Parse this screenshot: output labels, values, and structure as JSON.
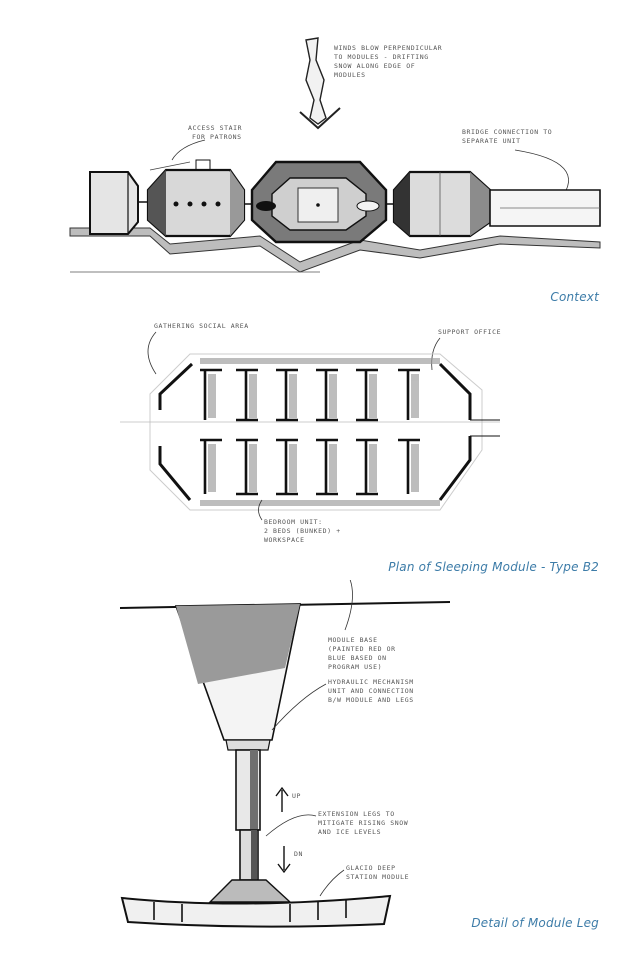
{
  "figure": {
    "captions": {
      "context": "Context",
      "plan": "Plan of Sleeping Module - Type B2",
      "detail": "Detail of Module Leg"
    },
    "accent_color": "#3d7ca8"
  },
  "context_sketch": {
    "notes": {
      "wind": [
        "WINDS BLOW PERPENDICULAR",
        "TO MODULES - DRIFTING",
        "SNOW ALONG EDGE OF",
        "MODULES"
      ],
      "stair": [
        "ACCESS STAIR",
        "FOR PATRONS"
      ],
      "bridge": [
        "BRIDGE CONNECTION TO",
        "SEPARATE UNIT"
      ]
    }
  },
  "plan_sketch": {
    "notes": {
      "gathering": "GATHERING SOCIAL AREA",
      "support": "SUPPORT OFFICE",
      "bedroom": [
        "BEDROOM UNIT:",
        "2 BEDS (BUNKED) +",
        "WORKSPACE"
      ]
    }
  },
  "leg_sketch": {
    "notes": {
      "base": [
        "MODULE BASE",
        "(PAINTED RED OR",
        "BLUE BASED ON",
        "PROGRAM USE)"
      ],
      "hydraulic": [
        "HYDRAULIC MECHANISM",
        "UNIT AND CONNECTION",
        "B/W MODULE AND LEGS"
      ],
      "extension": [
        "EXTENSION LEGS TO",
        "MITIGATE RISING SNOW",
        "AND ICE LEVELS"
      ],
      "station": [
        "GLACIO DEEP",
        "STATION MODULE"
      ],
      "up": "UP",
      "down": "DN"
    }
  }
}
